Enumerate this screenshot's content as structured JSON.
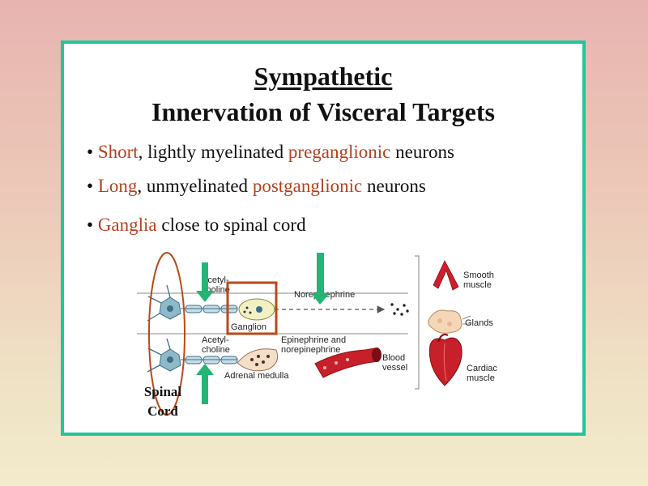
{
  "title": {
    "line1": "Sympathetic",
    "line2": "Innervation of Visceral Targets"
  },
  "bullets": [
    {
      "marker": "•",
      "parts": [
        {
          "text": "Short",
          "highlight": true
        },
        {
          "text": ", lightly myelinated ",
          "highlight": false
        },
        {
          "text": "preganglionic",
          "highlight": true
        },
        {
          "text": " neurons",
          "highlight": false
        }
      ]
    },
    {
      "marker": "•",
      "parts": [
        {
          "text": "Long",
          "highlight": true
        },
        {
          "text": ", unmyelinated ",
          "highlight": false
        },
        {
          "text": "postganglionic",
          "highlight": true
        },
        {
          "text": " neurons",
          "highlight": false
        }
      ]
    },
    {
      "marker": "•",
      "parts": [
        {
          "text": "Ganglia",
          "highlight": true
        },
        {
          "text": " close to spinal cord",
          "highlight": false
        }
      ]
    }
  ],
  "diagram": {
    "ach_top": "Acetyl-\ncholine",
    "ganglion": "Ganglion",
    "norepinephrine": "Norepinephrine",
    "ach_bottom": "Acetyl-\ncholine",
    "epi": "Epinephrine and\nnorepinephrine",
    "adrenal": "Adrenal medulla",
    "blood_vessel": "Blood\nvessel",
    "smooth_muscle": "Smooth\nmuscle",
    "glands": "Glands",
    "cardiac_muscle": "Cardiac\nmuscle"
  },
  "spinal_cord_label": "Spinal\nCord",
  "colors": {
    "frame": "#1fc79a",
    "highlight": "#b5401f",
    "callout_arrow": "#22b573",
    "annotation": "#b84a1a"
  }
}
